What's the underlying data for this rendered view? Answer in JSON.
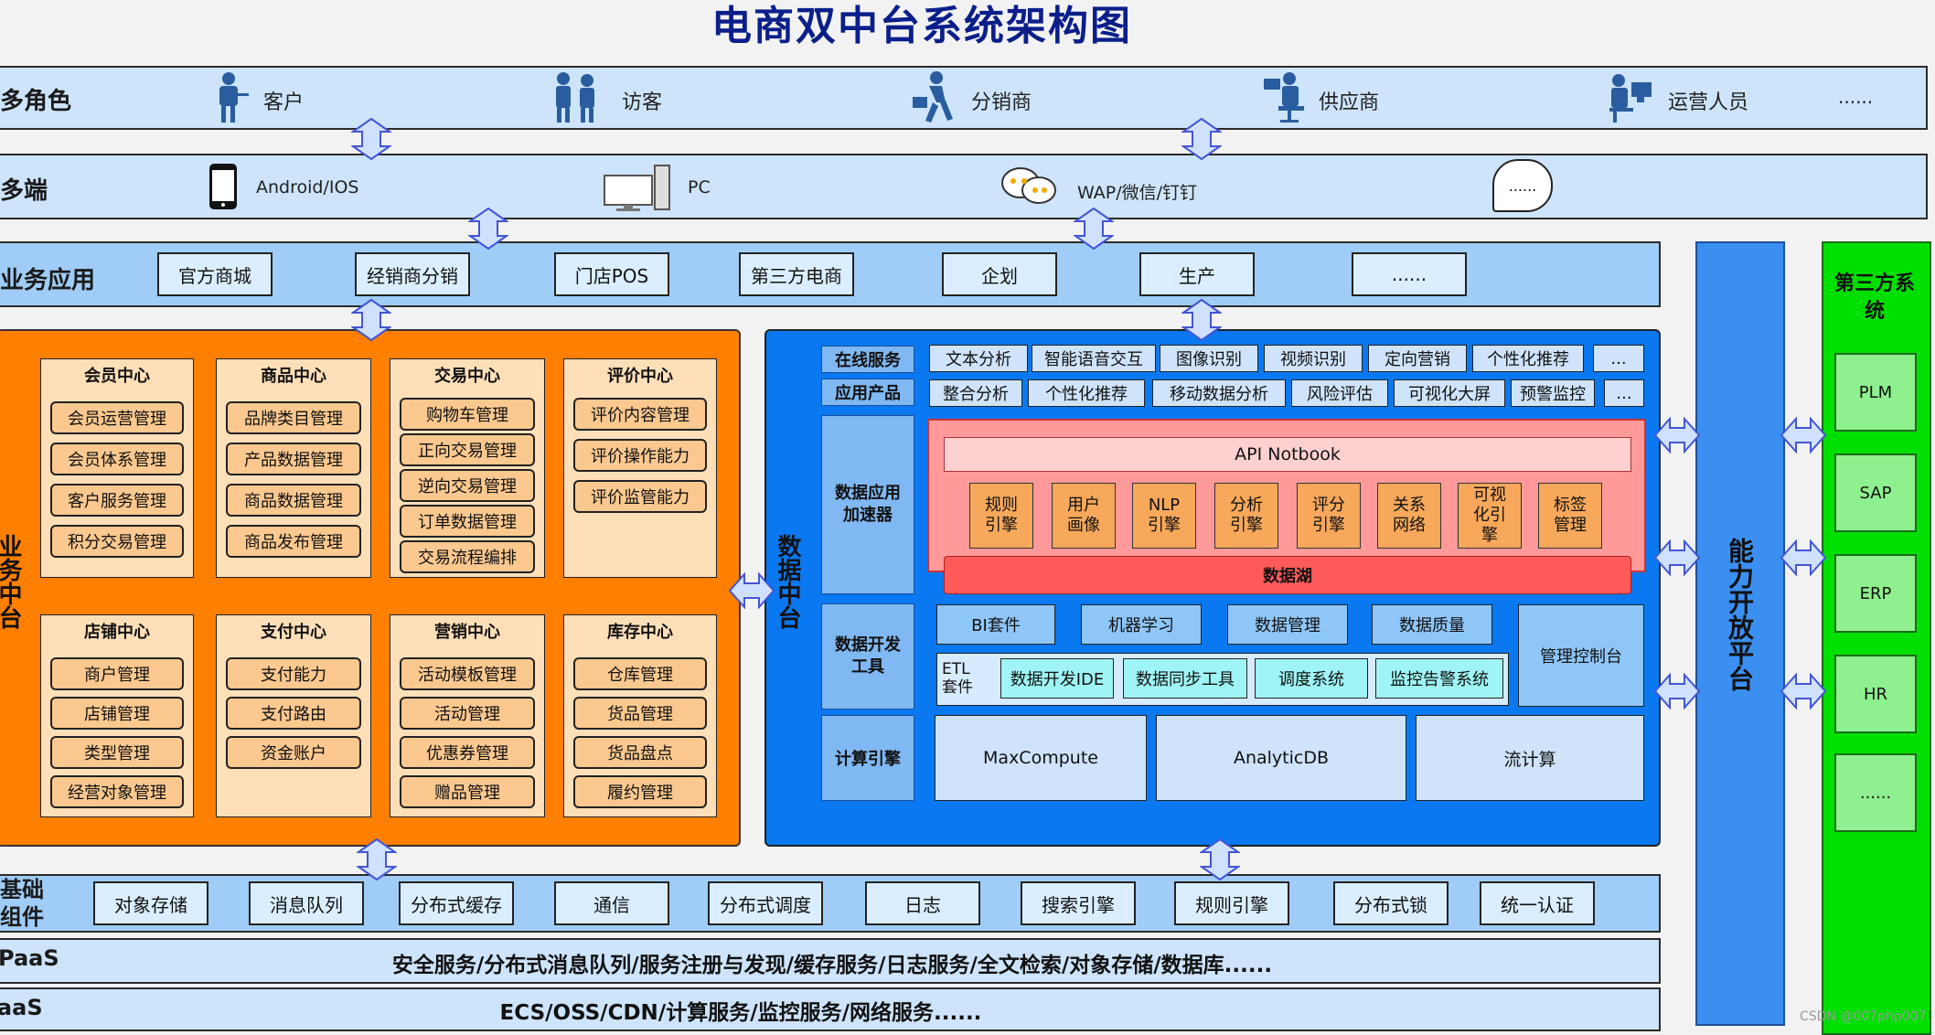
{
  "title": "电商双中台系统架构图",
  "roles": {
    "label": "多角色",
    "items": [
      {
        "name": "客户",
        "icon": "customer-icon"
      },
      {
        "name": "访客",
        "icon": "visitor-icon"
      },
      {
        "name": "分销商",
        "icon": "distributor-icon"
      },
      {
        "name": "供应商",
        "icon": "supplier-icon"
      },
      {
        "name": "运营人员",
        "icon": "operator-icon"
      }
    ],
    "more": "......"
  },
  "terminals": {
    "label": "多端",
    "items": [
      {
        "name": "Android/IOS",
        "icon": "phone-icon"
      },
      {
        "name": "PC",
        "icon": "pc-icon"
      },
      {
        "name": "WAP/微信/钉钉",
        "icon": "chat-icon"
      }
    ],
    "more": "......"
  },
  "business_apps": {
    "label": "业务应用",
    "items": [
      "官方商城",
      "经销商分销",
      "门店POS",
      "第三方电商",
      "企划",
      "生产",
      "......"
    ]
  },
  "business_center": {
    "label": "业务中台",
    "centers": [
      {
        "title": "会员中心",
        "items": [
          "会员运营管理",
          "会员体系管理",
          "客户服务管理",
          "积分交易管理"
        ]
      },
      {
        "title": "商品中心",
        "items": [
          "品牌类目管理",
          "产品数据管理",
          "商品数据管理",
          "商品发布管理"
        ]
      },
      {
        "title": "交易中心",
        "items": [
          "购物车管理",
          "正向交易管理",
          "逆向交易管理",
          "订单数据管理",
          "交易流程编排"
        ]
      },
      {
        "title": "评价中心",
        "items": [
          "评价内容管理",
          "评价操作能力",
          "评价监管能力"
        ]
      },
      {
        "title": "店铺中心",
        "items": [
          "商户管理",
          "店铺管理",
          "类型管理",
          "经营对象管理"
        ]
      },
      {
        "title": "支付中心",
        "items": [
          "支付能力",
          "支付路由",
          "资金账户"
        ]
      },
      {
        "title": "营销中心",
        "items": [
          "活动模板管理",
          "活动管理",
          "优惠券管理",
          "赠品管理"
        ]
      },
      {
        "title": "库存中心",
        "items": [
          "仓库管理",
          "货品管理",
          "货品盘点",
          "履约管理"
        ]
      }
    ]
  },
  "data_center": {
    "label": "数据中台",
    "online_label": "在线服务",
    "online_items": [
      "文本分析",
      "智能语音交互",
      "图像识别",
      "视频识别",
      "定向营销",
      "个性化推荐",
      "..."
    ],
    "product_label": "应用产品",
    "product_items": [
      "整合分析",
      "个性化推荐",
      "移动数据分析",
      "风险评估",
      "可视化大屏",
      "预警监控",
      "..."
    ],
    "accel_label": "数据应用加速器",
    "api_notebook": "API Notbook",
    "engines": [
      "规则引擎",
      "用户画像",
      "NLP引擎",
      "分析引擎",
      "评分引擎",
      "关系网络",
      "可视化引擎",
      "标签管理"
    ],
    "data_lake": "数据湖",
    "devtools_label": "数据开发工具",
    "dev_row1": [
      "BI套件",
      "机器学习",
      "数据管理",
      "数据质量"
    ],
    "etl_label": "ETL套件",
    "dev_row2": [
      "数据开发IDE",
      "数据同步工具",
      "调度系统",
      "监控告警系统"
    ],
    "console": "管理控制台",
    "compute_label": "计算引擎",
    "compute_items": [
      "MaxCompute",
      "AnalyticDB",
      "流计算"
    ]
  },
  "open_platform": {
    "label": "能力开放平台"
  },
  "third_party": {
    "label": "第三方系统",
    "items": [
      "PLM",
      "SAP",
      "ERP",
      "HR",
      "......"
    ]
  },
  "base_components": {
    "label": "基础组件",
    "items": [
      "对象存储",
      "消息队列",
      "分布式缓存",
      "通信",
      "分布式调度",
      "日志",
      "搜索引擎",
      "规则引擎",
      "分布式锁",
      "统一认证"
    ]
  },
  "paas": {
    "label": "PaaS",
    "content": "安全服务/分布式消息队列/服务注册与发现/缓存服务/日志服务/全文检索/对象存储/数据库......"
  },
  "iaas": {
    "label": "IaaS",
    "content": "ECS/OSS/CDN/计算服务/监控服务/网络服务......"
  },
  "watermark": "CSDN @007php007",
  "colors": {
    "title": "#0b1f8a",
    "band": "#cde4fb",
    "business_center": "#ff8000",
    "data_center": "#0a78f0",
    "open_platform": "#3a8ff0",
    "third_party": "#00e000",
    "data_lake": "#ff5a5a",
    "accelerator": "#ff9a9a"
  }
}
